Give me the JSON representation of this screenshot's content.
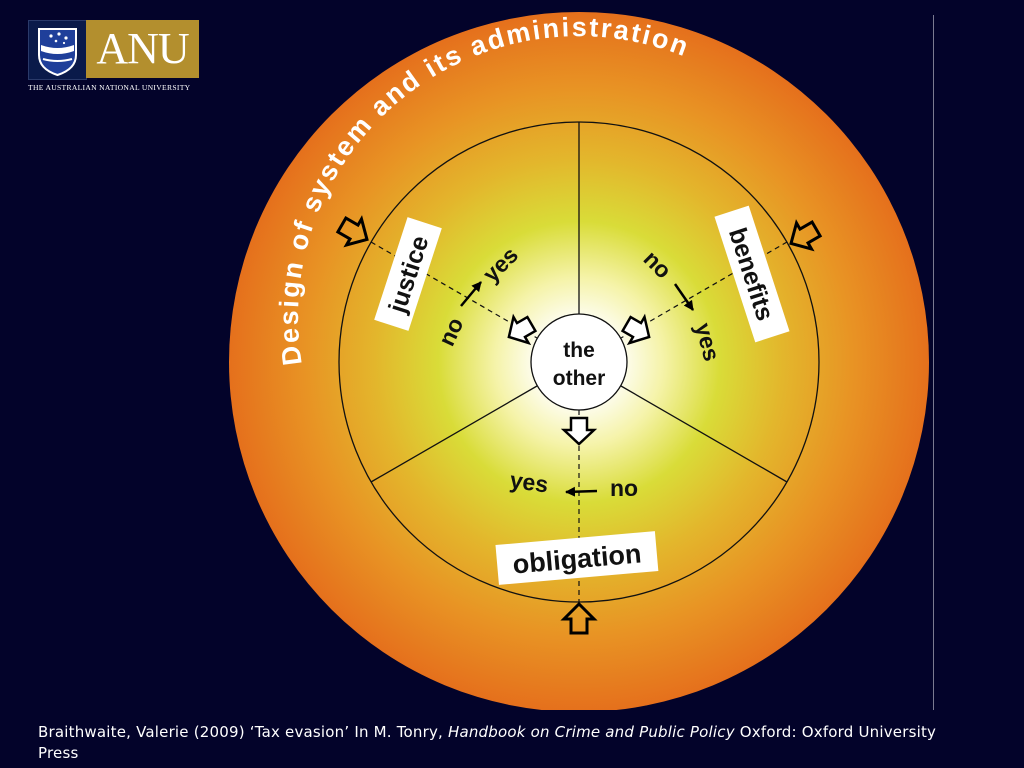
{
  "logo": {
    "wordmark": "ANU",
    "subtitle": "THE AUSTRALIAN NATIONAL UNIVERSITY"
  },
  "diagram": {
    "outer_ring_label": "Design of system and its administration",
    "center_label_line1": "the",
    "center_label_line2": "other",
    "segments": {
      "justice": {
        "label": "justice",
        "no": "no",
        "yes": "yes"
      },
      "benefits": {
        "label": "benefits",
        "no": "no",
        "yes": "yes"
      },
      "obligation": {
        "label": "obligation",
        "no": "no",
        "yes": "yes"
      }
    },
    "colors": {
      "outer_edge": "#e8781e",
      "middle": "#e8a82a",
      "inner": "#d8dc3a",
      "center_glow": "#ffffff",
      "line": "#111111"
    }
  },
  "citation": {
    "prefix": "Braithwaite, Valerie (2009) ‘Tax evasion’ In M. Tonry, ",
    "book": "Handbook on Crime and Public Policy",
    "suffix": " Oxford: Oxford University Press"
  }
}
